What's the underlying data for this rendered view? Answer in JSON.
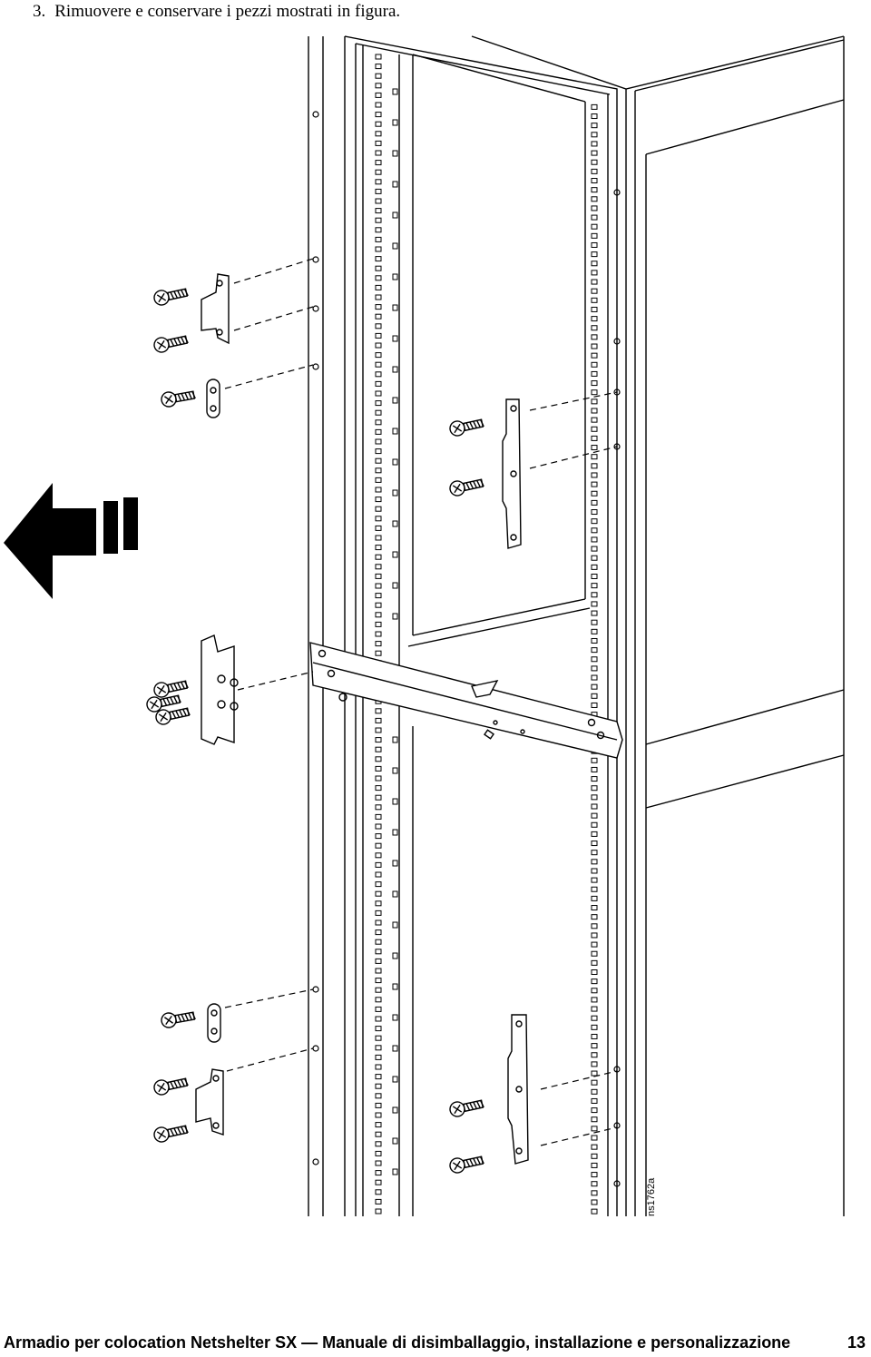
{
  "step": {
    "number": "3.",
    "text": "Rimuovere e conservare i pezzi mostrati in figura."
  },
  "figure": {
    "id": "ns1762a",
    "direction_arrow_icon": "left-arrow-icon"
  },
  "footer": {
    "title": "Armadio per colocation Netshelter SX — Manuale di disimballaggio, installazione e personalizzazione",
    "page_number": "13"
  }
}
